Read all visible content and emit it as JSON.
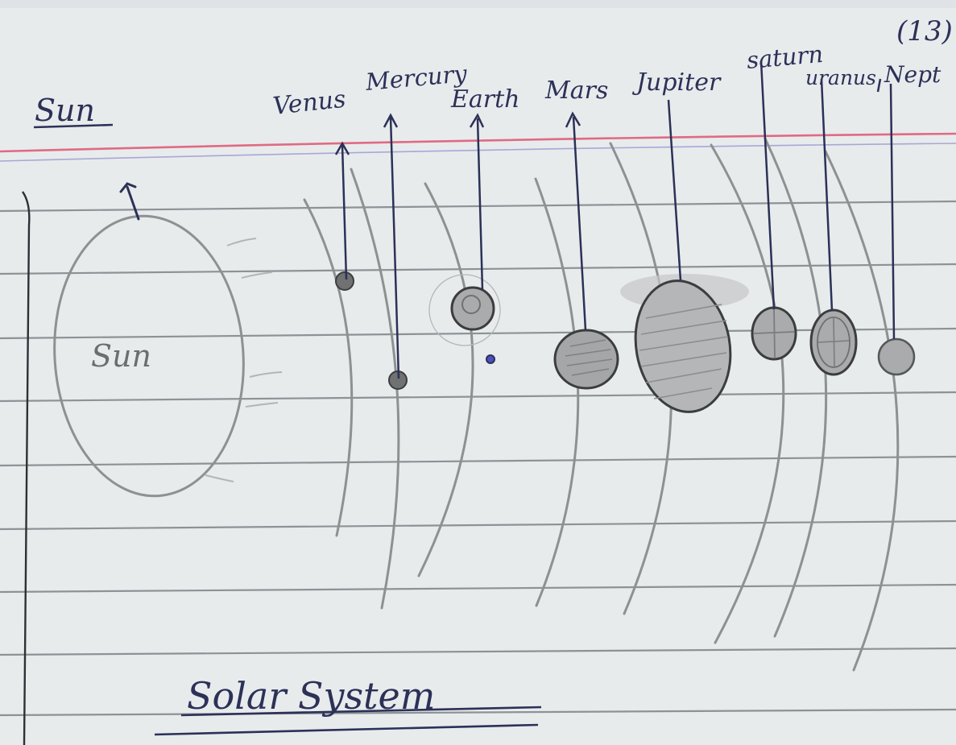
{
  "page_number": "(13)",
  "header_label": "Sun",
  "sun_label": "Sun",
  "title": "Solar System",
  "planets": [
    {
      "label": "Venus"
    },
    {
      "label": "Mercury"
    },
    {
      "label": "Earth"
    },
    {
      "label": "Mars"
    },
    {
      "label": "Jupiter"
    },
    {
      "label": "saturn"
    },
    {
      "label": "uranus"
    },
    {
      "label": "Nept"
    }
  ],
  "colors": {
    "paper": "#e8ebec",
    "ruled_line": "#8c9296",
    "margin_line": "#e06a84",
    "pencil": "#8e9191",
    "ink": "#2c3157",
    "earth_moon": "#4a4fc4"
  }
}
